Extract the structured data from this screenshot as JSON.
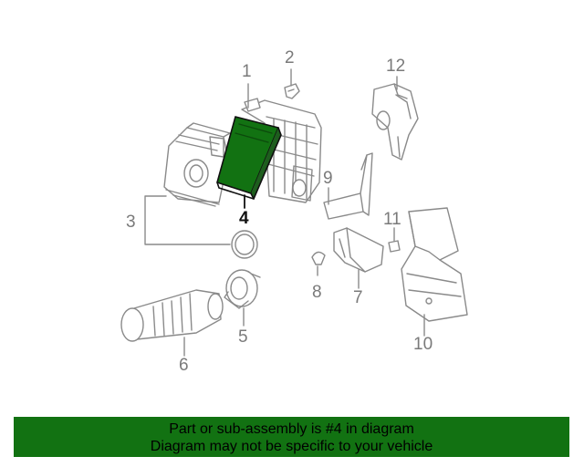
{
  "diagram": {
    "highlight_color": "#127212",
    "line_color": "#8a8a8a",
    "callouts": [
      {
        "id": "1",
        "label": "1"
      },
      {
        "id": "2",
        "label": "2"
      },
      {
        "id": "3",
        "label": "3"
      },
      {
        "id": "4",
        "label": "4",
        "highlighted": true
      },
      {
        "id": "5",
        "label": "5"
      },
      {
        "id": "6",
        "label": "6"
      },
      {
        "id": "7",
        "label": "7"
      },
      {
        "id": "8",
        "label": "8"
      },
      {
        "id": "9",
        "label": "9"
      },
      {
        "id": "10",
        "label": "10"
      },
      {
        "id": "11",
        "label": "11"
      },
      {
        "id": "12",
        "label": "12"
      }
    ]
  },
  "banner": {
    "line1": "Part or sub-assembly is #4 in diagram",
    "line2": "Diagram may not be specific to your vehicle",
    "background": "#127212"
  }
}
